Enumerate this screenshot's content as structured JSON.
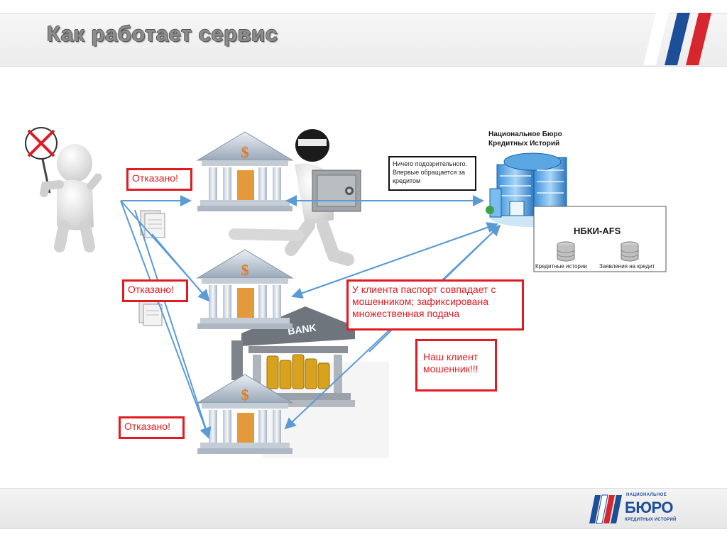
{
  "slide": {
    "title": "Как работает сервис"
  },
  "labels": {
    "refused_1": "Отказано!",
    "refused_2": "Отказано!",
    "refused_3": "Отказано!",
    "match_alert": "У клиента паспорт совпадает с мошенником; зафиксирована множественная подача",
    "fraud_alert": "Наш клиент мошенник!!!",
    "nothing_suspicious": "Ничего подозрительного. Впервые обращается за кредитом"
  },
  "bureau": {
    "name_line1": "Национальное Бюро",
    "name_line2": "Кредитных Историй",
    "system": "НБКИ-AFS",
    "db_1": "Кредитные истории",
    "db_2": "Заявления на кредит"
  },
  "icons": {
    "bank_symbol": "$",
    "bank_sign": "BANK"
  },
  "footer_logo": {
    "top": "НАЦИОНАЛЬНОЕ",
    "word": "БЮРО",
    "bottom": "КРЕДИТНЫХ ИСТОРИЙ"
  },
  "colors": {
    "alert_red": "#e21a22",
    "arrow_blue": "#5b9bd5",
    "brand_blue": "#1d4f99",
    "brand_red": "#d7262e"
  }
}
